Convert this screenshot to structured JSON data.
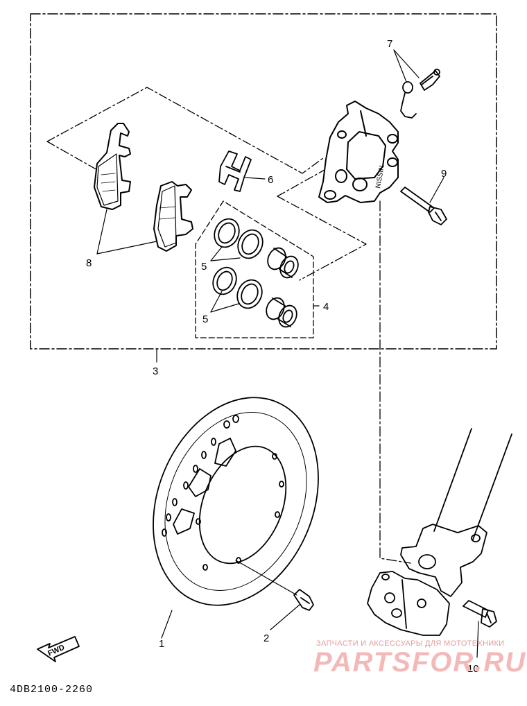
{
  "diagram": {
    "callouts": {
      "disc": "1",
      "disc_bolt": "2",
      "caliper_assy": "3",
      "piston_kit": "4",
      "seal": "5",
      "pad_spring": "6",
      "bleed_screw": "7",
      "brake_pads": "8",
      "pad_pin": "9",
      "caliper_bolt": "10"
    },
    "fwd_label": "FWD",
    "part_code": "4DB2100-2260"
  },
  "watermark": {
    "tagline": "ЗАПЧАСТИ И АКСЕССУАРЫ ДЛЯ МОТОТЕХНИКИ",
    "brand": "PARTSFOR.RU"
  },
  "colors": {
    "line": "#000000",
    "watermark": "#f3b9b9",
    "background": "#ffffff"
  }
}
